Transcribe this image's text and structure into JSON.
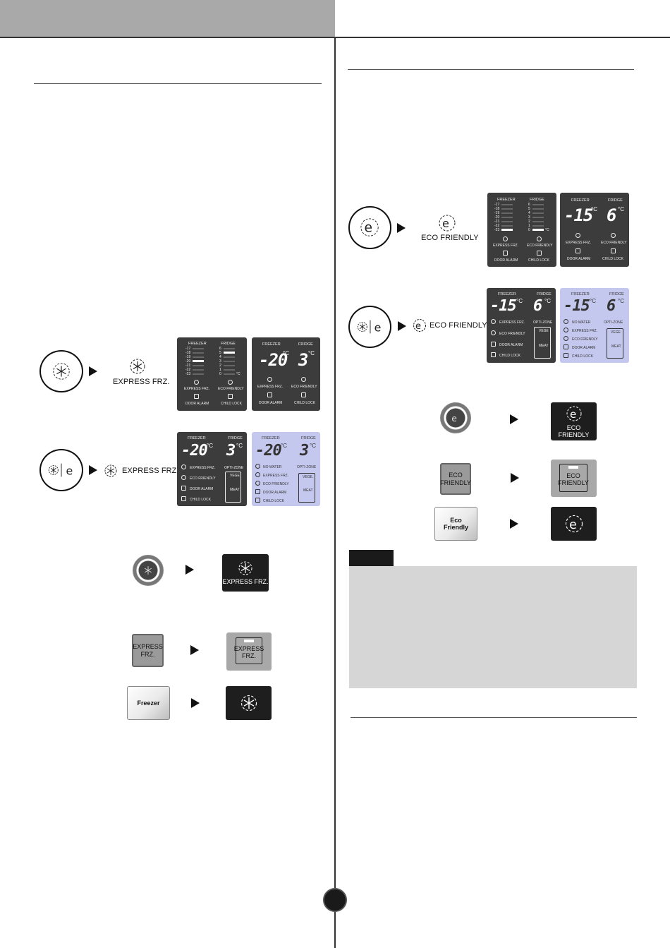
{
  "left": {
    "step1": {
      "label": "EXPRESS FRZ.",
      "panel_led": {
        "freezer": "FREEZER",
        "fridge": "FRIDGE",
        "freezer_scale": [
          "-17",
          "-18",
          "-19",
          "-20",
          "-21",
          "-22",
          "-23"
        ],
        "fridge_scale": [
          "6",
          "5",
          "4",
          "3",
          "2",
          "1",
          "0"
        ],
        "unit": "°C",
        "express": "EXPRESS FRZ.",
        "eco": "ECO FRIENDLY",
        "door": "DOOR ALARM",
        "lock": "CHILD LOCK"
      },
      "panel_seg": {
        "freezer": "FREEZER",
        "fridge": "FRIDGE",
        "freezer_value": "-20",
        "fridge_value": "3",
        "unit": "°C",
        "express": "EXPRESS FRZ.",
        "eco": "ECO FRIENDLY",
        "door": "DOOR ALARM",
        "lock": "CHILD LOCK"
      }
    },
    "step2": {
      "label": "EXPRESS FRZ.",
      "panel_a": {
        "freezer": "FREEZER",
        "fridge": "FRIDGE",
        "freezer_value": "-20",
        "fridge_value": "3",
        "unit": "°C",
        "express": "EXPRESS FRZ.",
        "eco": "ECO FRIENDLY",
        "door": "DOOR ALARM",
        "lock": "CHILD LOCK",
        "opti": "OPTI-ZONE",
        "vege": "VEGE",
        "meat": "MEAT"
      },
      "panel_b": {
        "freezer": "FREEZER",
        "fridge": "FRIDGE",
        "freezer_value": "-20",
        "fridge_value": "3",
        "unit": "°C",
        "no_water": "NO WATER",
        "express": "EXPRESS FRZ.",
        "eco": "ECO FRIENDLY",
        "door": "DOOR ALARM",
        "lock": "CHILD LOCK",
        "opti": "OPTI-ZONE",
        "vege": "VEGE.",
        "meat": "MEAT"
      }
    },
    "btn_black_label": "EXPRESS FRZ.",
    "btn_grey_a": "EXPRESS\nFRZ.",
    "btn_grey_b": "EXPRESS\nFRZ.",
    "btn_white": "Freezer"
  },
  "right": {
    "step1": {
      "label": "ECO FRIENDLY",
      "panel_led": {
        "freezer": "FREEZER",
        "fridge": "FRIDGE",
        "freezer_scale": [
          "-17",
          "-18",
          "-19",
          "-20",
          "-21",
          "-22",
          "-23"
        ],
        "fridge_scale": [
          "6",
          "5",
          "4",
          "3",
          "2",
          "1",
          "0"
        ],
        "unit": "°C",
        "express": "EXPRESS FRZ.",
        "eco": "ECO FRIENDLY",
        "door": "DOOR ALARM",
        "lock": "CHILD LOCK"
      },
      "panel_seg": {
        "freezer": "FREEZER",
        "fridge": "FRIDGE",
        "freezer_value": "-15",
        "fridge_value": "6",
        "unit": "°C",
        "express": "EXPRESS FRZ.",
        "eco": "ECO FRIENDLY",
        "door": "DOOR ALARM",
        "lock": "CHILD LOCK"
      }
    },
    "step2": {
      "label": "ECO FRIENDLY",
      "panel_a": {
        "freezer": "FREEZER",
        "fridge": "FRIDGE",
        "freezer_value": "-15",
        "fridge_value": "6",
        "unit": "°C",
        "express": "EXPRESS FRZ.",
        "eco": "ECO FRIENDLY",
        "door": "DOOR ALARM",
        "lock": "CHILD LOCK",
        "opti": "OPTI-ZONE",
        "vege": "VEGE",
        "meat": "MEAT"
      },
      "panel_b": {
        "freezer": "FREEZER",
        "fridge": "FRIDGE",
        "freezer_value": "-15",
        "fridge_value": "6",
        "unit": "°C",
        "no_water": "NO WATER",
        "express": "EXPRESS FRZ.",
        "eco": "ECO FRIENDLY",
        "door": "DOOR ALARM",
        "lock": "CHILD LOCK",
        "opti": "OPTI-ZONE",
        "vege": "VEGE",
        "meat": "MEAT"
      }
    },
    "btn_black_label": "ECO FRIENDLY",
    "btn_grey_a": "ECO\nFRIENDLY",
    "btn_grey_b": "ECO\nFRIENDLY",
    "btn_white": "Eco\nFriendly"
  },
  "colors": {
    "header_grey": "#a9a9a9",
    "panel_dark": "#3c3c3c",
    "panel_blue": "#c5c8ee",
    "note_grey": "#d6d6d6"
  }
}
